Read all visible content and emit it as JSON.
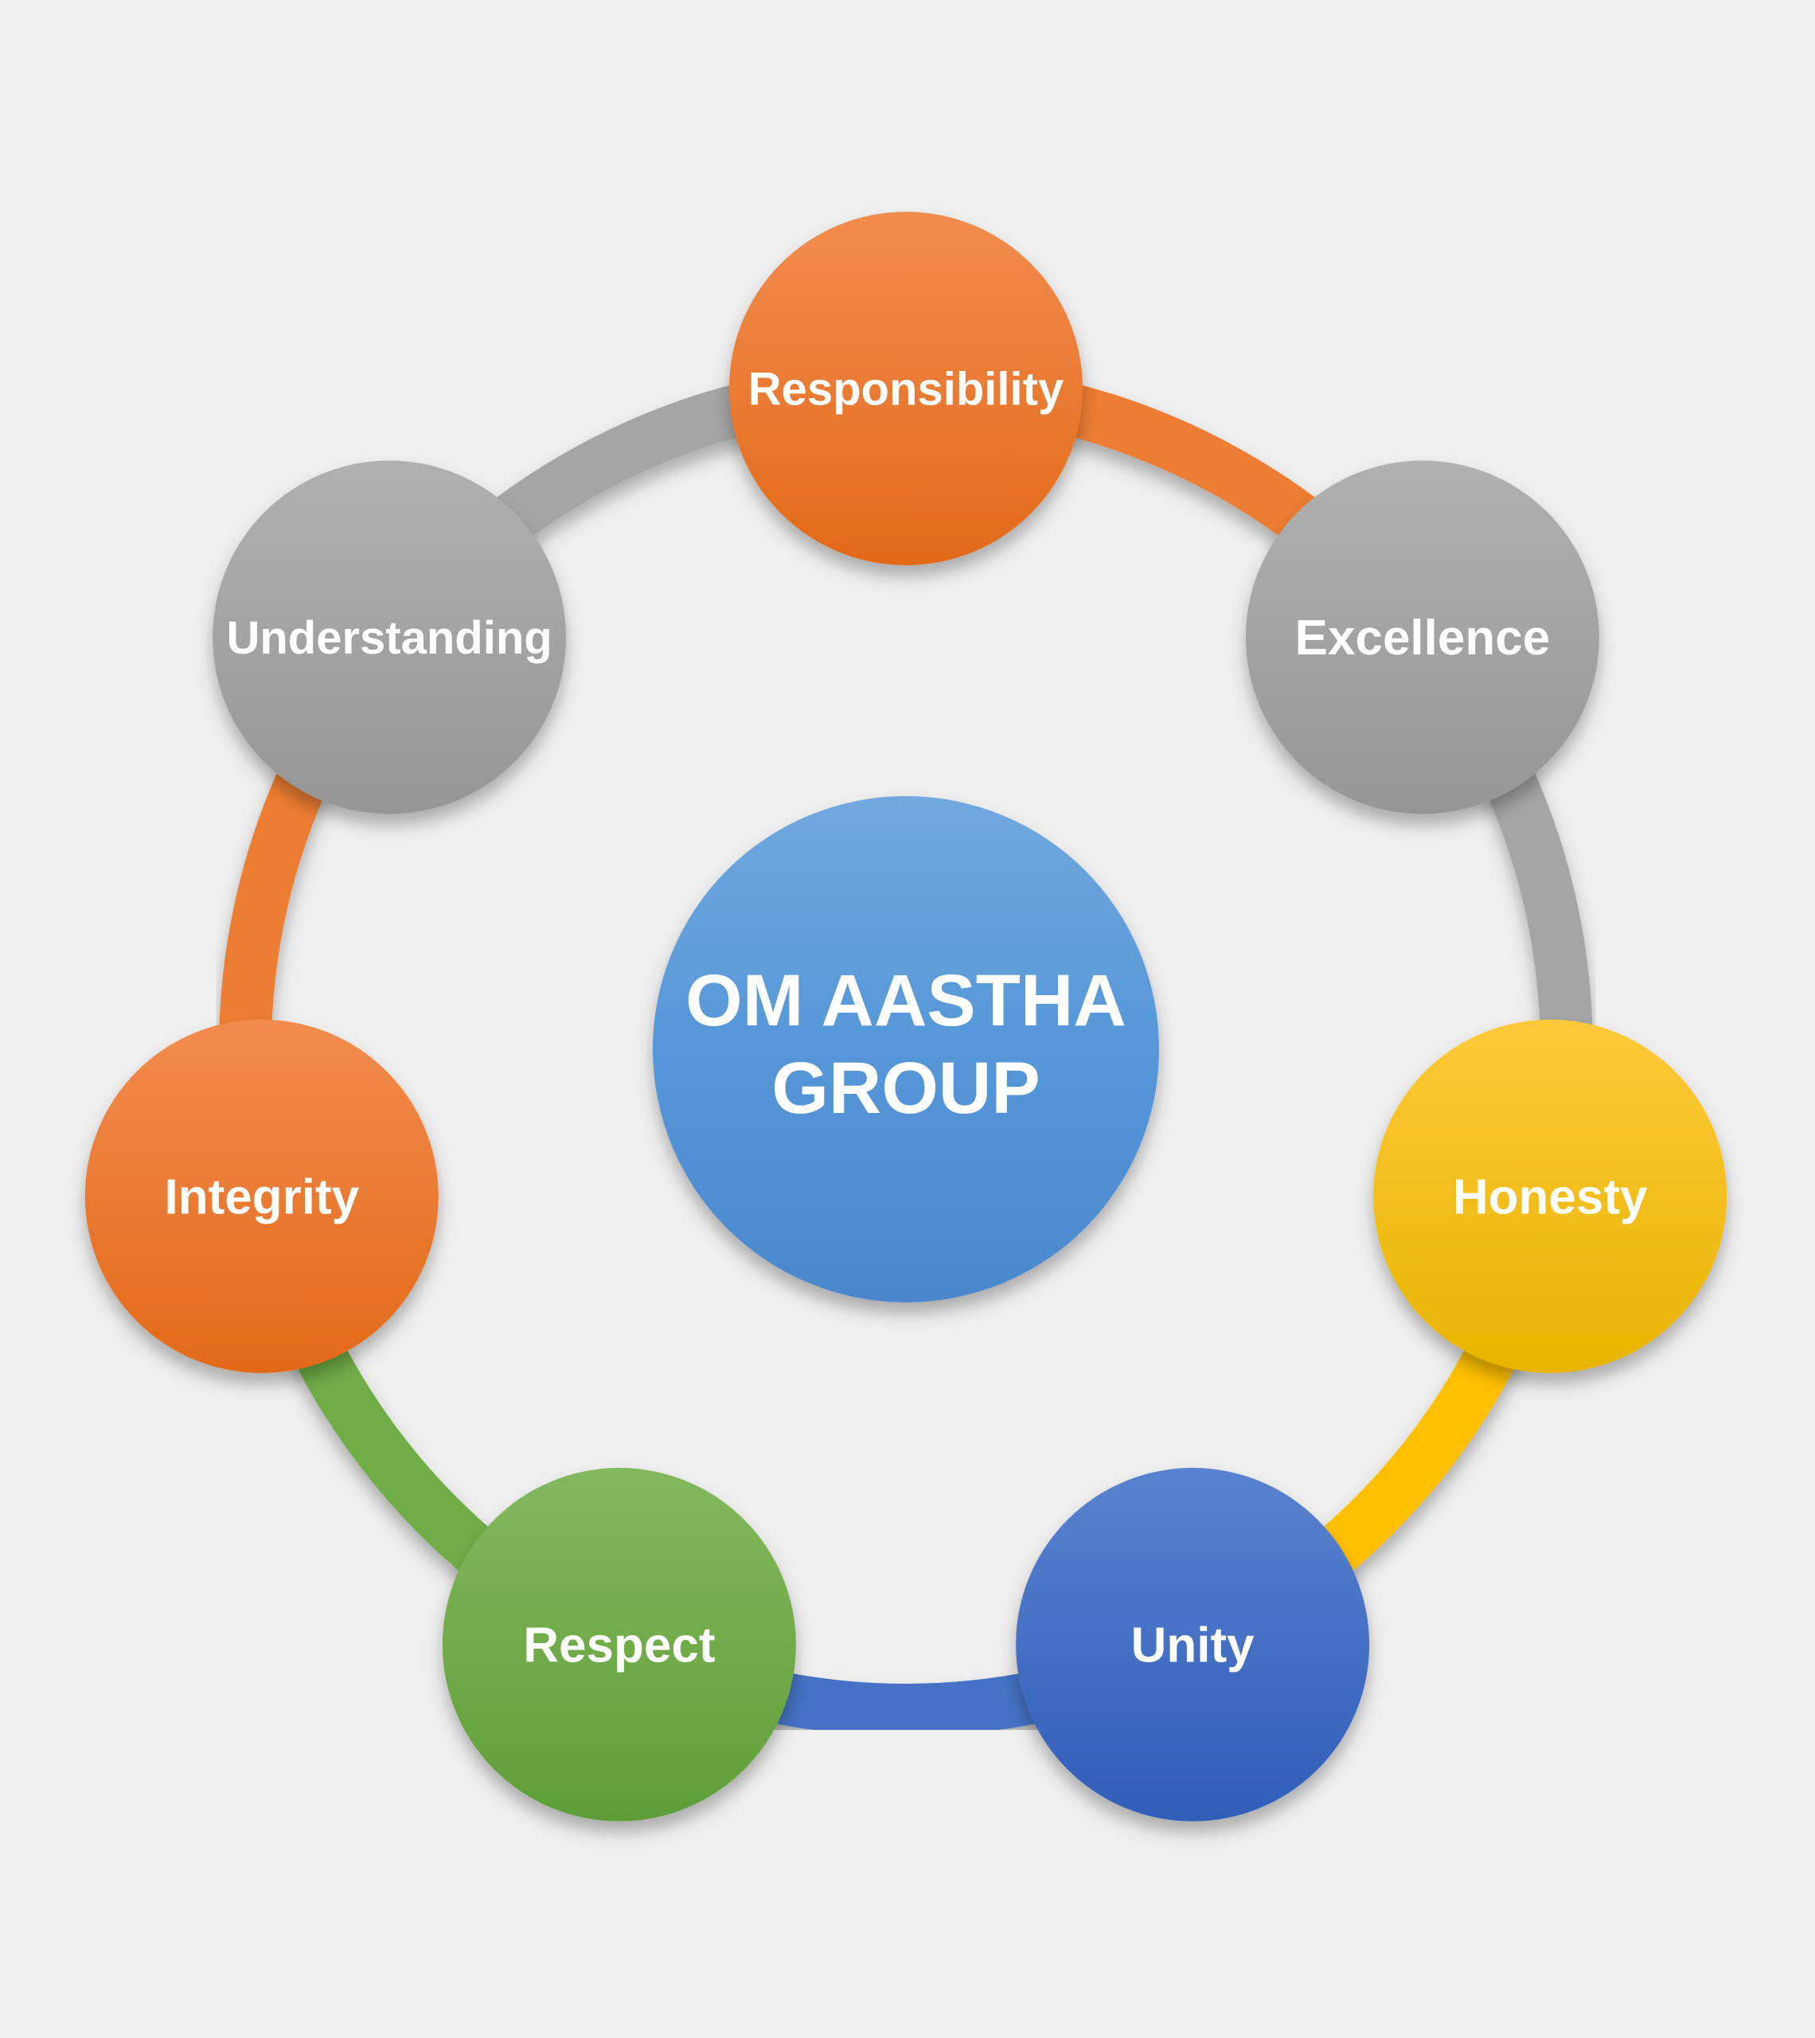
{
  "center": {
    "line1": "OM AASTHA",
    "line2": "GROUP"
  },
  "values": [
    {
      "label": "Responsibility",
      "color": "orange"
    },
    {
      "label": "Excellence",
      "color": "gray"
    },
    {
      "label": "Honesty",
      "color": "yellow"
    },
    {
      "label": "Unity",
      "color": "blue"
    },
    {
      "label": "Respect",
      "color": "green"
    },
    {
      "label": "Integrity",
      "color": "orange"
    },
    {
      "label": "Understanding",
      "color": "gray"
    }
  ],
  "palette": {
    "orange": "#ED7D31",
    "gray": "#A5A5A5",
    "yellow": "#FFC000",
    "blue": "#4472C4",
    "green": "#70AD47",
    "center": "#5B9BD5",
    "background": "#EFEFEF"
  },
  "connectors": [
    "orange",
    "gray",
    "yellow",
    "blue",
    "green",
    "orange",
    "gray"
  ]
}
